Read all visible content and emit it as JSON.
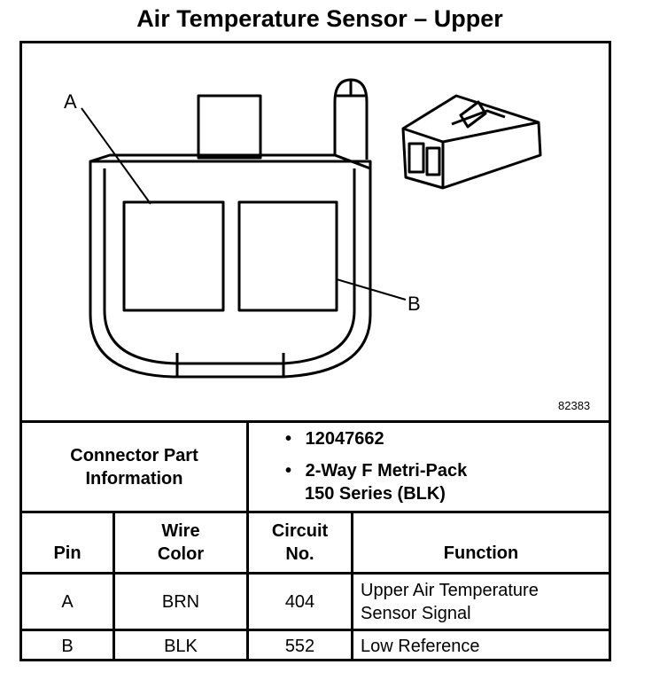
{
  "title": "Air Temperature Sensor – Upper",
  "diagram": {
    "label_a": "A",
    "label_b": "B",
    "figure_number": "82383"
  },
  "connector_info": {
    "label_line1": "Connector Part",
    "label_line2": "Information",
    "bullet": "•",
    "part_number": "12047662",
    "desc_line1": "2-Way F Metri-Pack",
    "desc_line2": "150 Series (BLK)"
  },
  "table": {
    "headers": {
      "pin": "Pin",
      "wire_line1": "Wire",
      "wire_line2": "Color",
      "circuit_line1": "Circuit",
      "circuit_line2": "No.",
      "function": "Function"
    },
    "rows": [
      {
        "pin": "A",
        "wire": "BRN",
        "circuit": "404",
        "function_line1": "Upper Air Temperature",
        "function_line2": "Sensor Signal"
      },
      {
        "pin": "B",
        "wire": "BLK",
        "circuit": "552",
        "function_line1": "Low Reference",
        "function_line2": ""
      }
    ]
  }
}
